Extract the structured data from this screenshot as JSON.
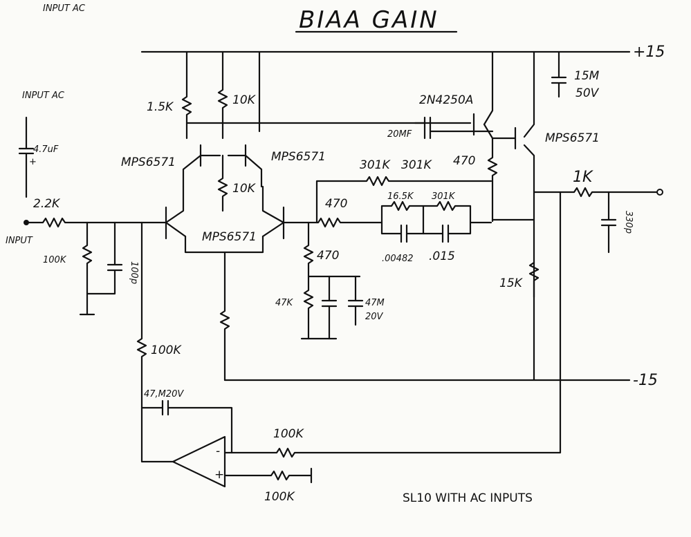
{
  "title": "BIAA GAIN",
  "top_left_note": "INPUT AC",
  "input_ac_note": "INPUT AC",
  "input_label": "INPUT",
  "caption": "SL10 WITH AC INPUTS",
  "rails": {
    "positive": "+15",
    "negative": "-15"
  },
  "components": {
    "c_in": "4.7uF",
    "r_in": "2.2K",
    "r_100k_in": "100K",
    "c_100p": "100p",
    "r_15k_a": "1.5K",
    "r_10k_a": "10K",
    "q1": "MPS6571",
    "q2": "MPS6571",
    "r_10k_b": "10K",
    "q_diff": "MPS6571",
    "r_470_a": "470",
    "r_470_b": "470",
    "r_47k": "47K",
    "c_47m": "47M",
    "c_47m_v": "20V",
    "r_301k_a": "301K",
    "r_301k_b": "301K",
    "r_165k": "16.5K",
    "r_301k_c": "301K",
    "c_00482": ".00482",
    "c_015": ".015",
    "q_driver": "2N4250A",
    "c_20mf": "20MF",
    "r_470_c": "470",
    "q_out": "MPS6571",
    "c_15m": "15M",
    "c_15m_v": "50V",
    "r_1k": "1K",
    "c_330p": "330p",
    "r_15k_b": "15K",
    "r_100k_fb": "100K",
    "c_47m_fb": "47,M20V",
    "r_100k_op_in": "100K",
    "r_100k_op_gnd": "100K",
    "op_minus": "-",
    "op_plus": "+"
  }
}
